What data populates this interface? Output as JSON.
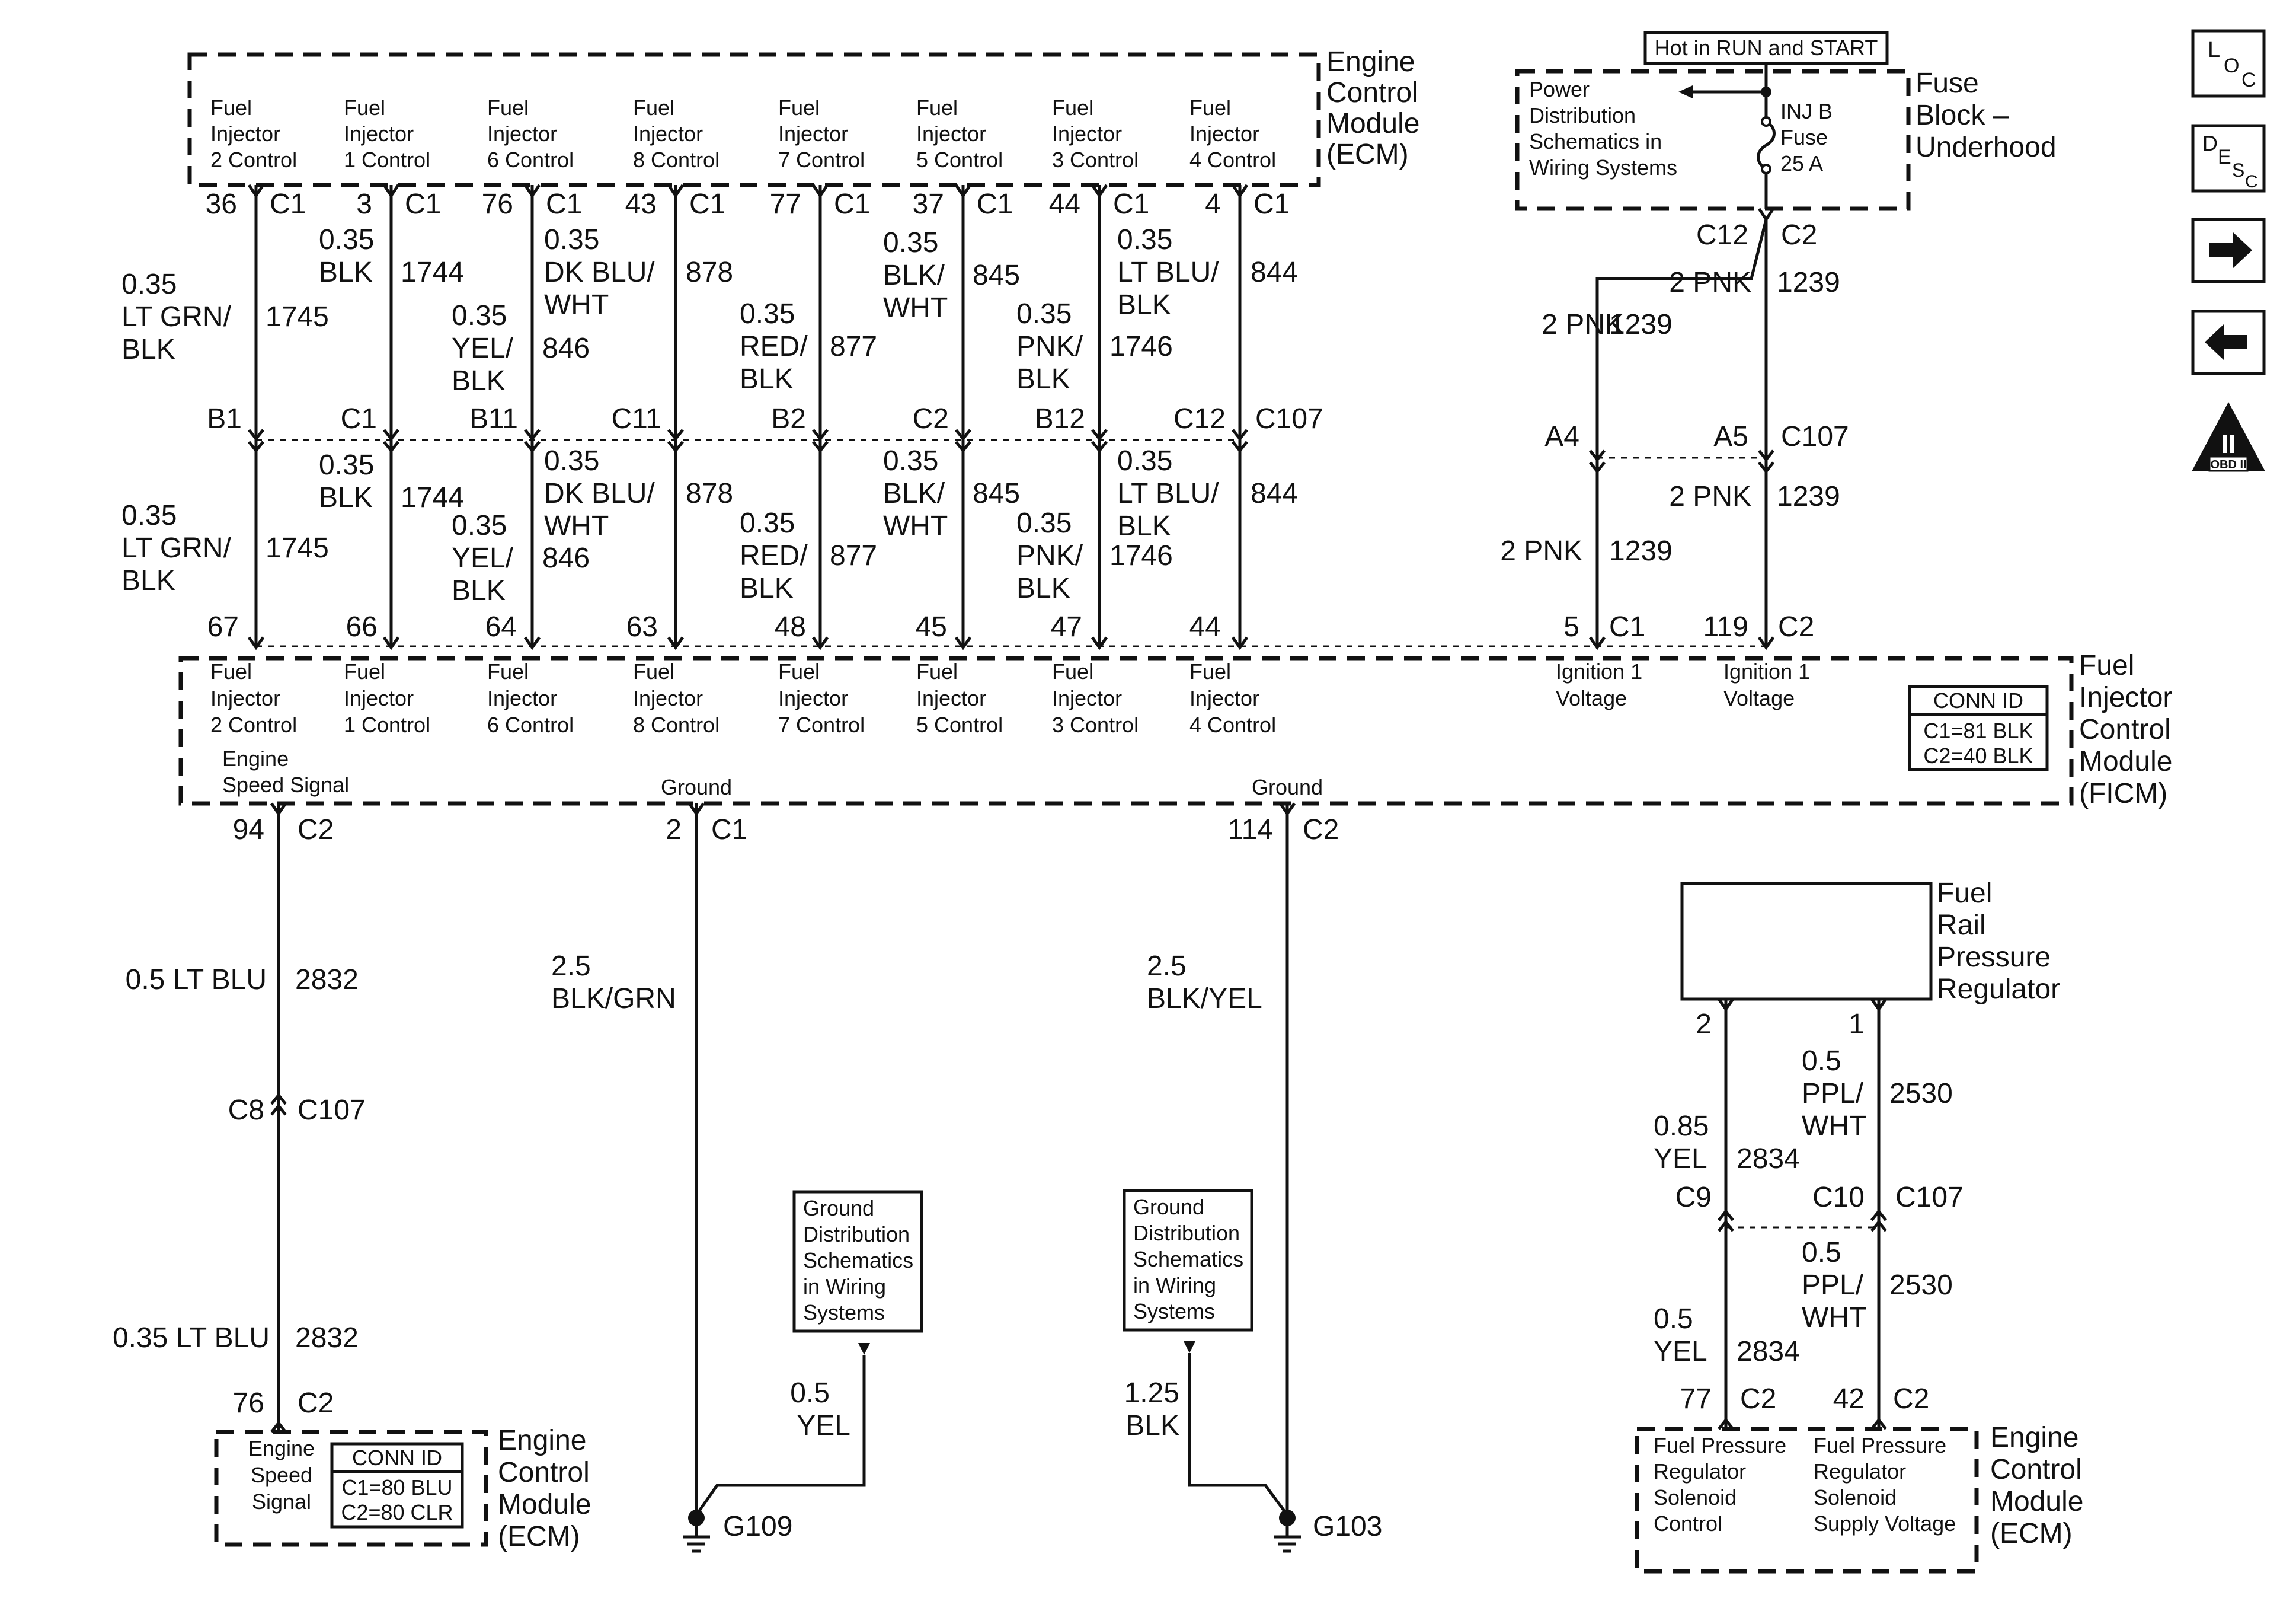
{
  "ecm_top": {
    "title": [
      "Engine",
      "Control",
      "Module",
      "(ECM)"
    ],
    "functions": [
      [
        "Fuel",
        "Injector",
        "2 Control"
      ],
      [
        "Fuel",
        "Injector",
        "1 Control"
      ],
      [
        "Fuel",
        "Injector",
        "6 Control"
      ],
      [
        "Fuel",
        "Injector",
        "8 Control"
      ],
      [
        "Fuel",
        "Injector",
        "7 Control"
      ],
      [
        "Fuel",
        "Injector",
        "5 Control"
      ],
      [
        "Fuel",
        "Injector",
        "3 Control"
      ],
      [
        "Fuel",
        "Injector",
        "4 Control"
      ]
    ]
  },
  "injector_wires": [
    {
      "ecm_pin": "36",
      "ecm_conn": "C1",
      "upper_wire": [
        "0.35",
        "LT GRN/",
        "BLK"
      ],
      "circuit": "1745",
      "c107_pin": "B1",
      "lower_wire": [
        "0.35",
        "LT GRN/",
        "BLK"
      ],
      "ficm_pin": "67"
    },
    {
      "ecm_pin": "3",
      "ecm_conn": "C1",
      "upper_wire": [
        "0.35",
        "BLK"
      ],
      "circuit": "1744",
      "c107_pin": "C1",
      "lower_wire": [
        "0.35",
        "BLK"
      ],
      "ficm_pin": "66"
    },
    {
      "ecm_pin": "76",
      "ecm_conn": "C1",
      "upper_wire": [
        "0.35",
        "YEL/",
        "BLK"
      ],
      "circuit": "846",
      "c107_pin": "B11",
      "lower_wire": [
        "0.35",
        "YEL/",
        "BLK"
      ],
      "ficm_pin": "64"
    },
    {
      "ecm_pin": "43",
      "ecm_conn": "C1",
      "upper_wire": [
        "0.35",
        "DK BLU/",
        "WHT"
      ],
      "circuit": "878",
      "c107_pin": "C11",
      "lower_wire": [
        "0.35",
        "DK BLU/",
        "WHT"
      ],
      "ficm_pin": "63"
    },
    {
      "ecm_pin": "77",
      "ecm_conn": "C1",
      "upper_wire": [
        "0.35",
        "RED/",
        "BLK"
      ],
      "circuit": "877",
      "c107_pin": "B2",
      "lower_wire": [
        "0.35",
        "RED/",
        "BLK"
      ],
      "ficm_pin": "48"
    },
    {
      "ecm_pin": "37",
      "ecm_conn": "C1",
      "upper_wire": [
        "0.35",
        "BLK/",
        "WHT"
      ],
      "circuit": "845",
      "c107_pin": "C2",
      "lower_wire": [
        "0.35",
        "BLK/",
        "WHT"
      ],
      "ficm_pin": "45"
    },
    {
      "ecm_pin": "44",
      "ecm_conn": "C1",
      "upper_wire": [
        "0.35",
        "PNK/",
        "BLK"
      ],
      "circuit": "1746",
      "c107_pin": "B12",
      "lower_wire": [
        "0.35",
        "PNK/",
        "BLK"
      ],
      "ficm_pin": "47"
    },
    {
      "ecm_pin": "4",
      "ecm_conn": "C1",
      "upper_wire": [
        "0.35",
        "LT BLU/",
        "BLK"
      ],
      "circuit": "844",
      "c107_pin": "C12",
      "lower_wire": [
        "0.35",
        "LT BLU/",
        "BLK"
      ],
      "ficm_pin": "44"
    }
  ],
  "c107_label": "C107",
  "fuse_block": {
    "title": [
      "Fuse",
      "Block –",
      "Underhood"
    ],
    "hot_label": "Hot in RUN and START",
    "power_ref": [
      "Power",
      "Distribution",
      "Schematics in",
      "Wiring Systems"
    ],
    "fuse_name": [
      "INJ B",
      "Fuse",
      "25 A"
    ],
    "conn_left": "C12",
    "conn_right": "C2"
  },
  "ignition_wires": [
    {
      "upper_wire": "2 PNK",
      "circuit": "1239",
      "c107_pin": "A4",
      "lower_wire": "2 PNK",
      "ficm_pin": "5",
      "ficm_conn": "C1",
      "function": [
        "Ignition 1",
        "Voltage"
      ]
    },
    {
      "upper_wire": "2 PNK",
      "circuit": "1239",
      "c107_pin": "A5",
      "lower_wire": "2 PNK",
      "ficm_pin": "119",
      "ficm_conn": "C2",
      "function": [
        "Ignition 1",
        "Voltage"
      ]
    }
  ],
  "ficm": {
    "title": [
      "Fuel",
      "Injector",
      "Control",
      "Module",
      "(FICM)"
    ],
    "conn_id_title": "CONN ID",
    "conn_id": [
      "C1=81 BLK",
      "C2=40 BLK"
    ],
    "speed_signal": [
      "Engine",
      "Speed Signal"
    ],
    "ground_label": "Ground"
  },
  "speed_circuit": {
    "ficm_pin": "94",
    "ficm_conn": "C2",
    "upper_wire": "0.5 LT BLU",
    "circuit": "2832",
    "c107_pin": "C8",
    "c107": "C107",
    "lower_wire": "0.35 LT BLU",
    "ecm_pin": "76",
    "ecm_conn": "C2"
  },
  "ecm_bottom_left": {
    "function": [
      "Engine",
      "Speed",
      "Signal"
    ],
    "conn_id_title": "CONN ID",
    "conn_id": [
      "C1=80 BLU",
      "C2=80 CLR"
    ],
    "title": [
      "Engine",
      "Control",
      "Module",
      "(ECM)"
    ]
  },
  "grounds": [
    {
      "ficm_pin": "2",
      "ficm_conn": "C1",
      "wire": [
        "2.5",
        "BLK/GRN"
      ],
      "ref": [
        "Ground",
        "Distribution",
        "Schematics",
        "in Wiring",
        "Systems"
      ],
      "ref_wire": [
        "0.5",
        "YEL"
      ],
      "ground_id": "G109"
    },
    {
      "ficm_pin": "114",
      "ficm_conn": "C2",
      "wire": [
        "2.5",
        "BLK/YEL"
      ],
      "ref": [
        "Ground",
        "Distribution",
        "Schematics",
        "in Wiring",
        "Systems"
      ],
      "ref_wire": [
        "1.25",
        "BLK"
      ],
      "ground_id": "G103"
    }
  ],
  "regulator": {
    "title": [
      "Fuel",
      "Rail",
      "Pressure",
      "Regulator"
    ],
    "pins": [
      {
        "reg_pin": "2",
        "upper_wire": [
          "0.85",
          "YEL"
        ],
        "circuit": "2834",
        "c107_pin": "C9",
        "lower_wire": [
          "0.5",
          "YEL"
        ],
        "ecm_pin": "77",
        "ecm_conn": "C2",
        "function": [
          "Fuel Pressure",
          "Regulator",
          "Solenoid",
          "Control"
        ]
      },
      {
        "reg_pin": "1",
        "upper_wire": [
          "0.5",
          "PPL/",
          "WHT"
        ],
        "circuit": "2530",
        "c107_pin": "C10",
        "lower_wire": [
          "0.5",
          "PPL/",
          "WHT"
        ],
        "ecm_pin": "42",
        "ecm_conn": "C2",
        "function": [
          "Fuel Pressure",
          "Regulator",
          "Solenoid",
          "Supply Voltage"
        ]
      }
    ],
    "c107": "C107",
    "ecm_title": [
      "Engine",
      "Control",
      "Module",
      "(ECM)"
    ]
  },
  "nav": {
    "loc": [
      "L",
      "O",
      "C"
    ],
    "desc": [
      "D",
      "E",
      "S",
      "C"
    ],
    "next_icon": "arrow-right-icon",
    "prev_icon": "arrow-left-icon",
    "obd": [
      "II",
      "OBD II"
    ]
  }
}
